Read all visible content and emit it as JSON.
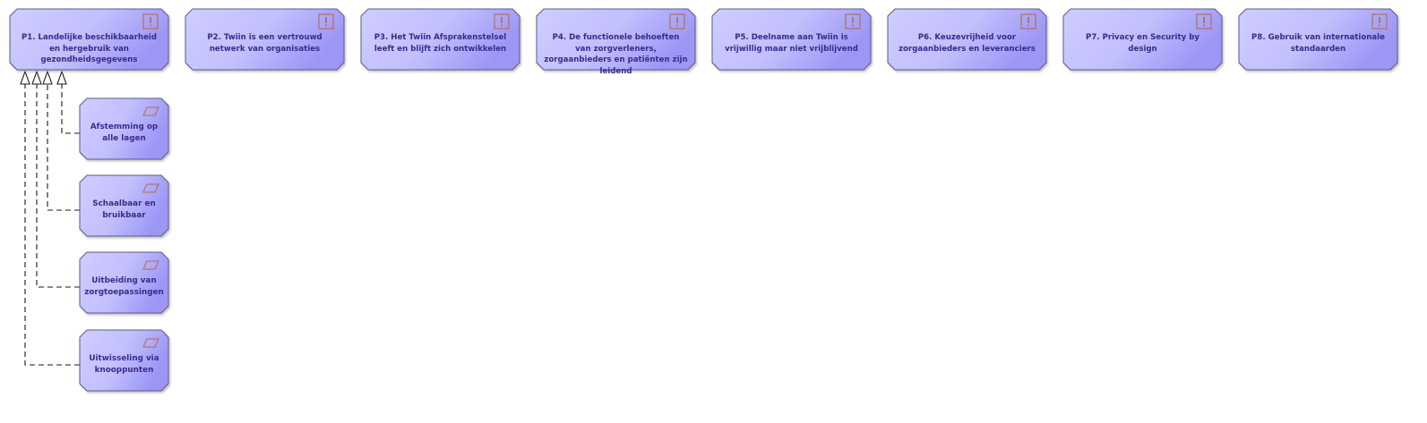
{
  "principles": [
    {
      "id": "p1",
      "label": "P1. Landelijke beschikbaarheid en hergebruik van gezondheidsgegevens"
    },
    {
      "id": "p2",
      "label": "P2. Twiin is een vertrouwd netwerk van organisaties"
    },
    {
      "id": "p3",
      "label": "P3. Het Twiin Afsprakenstelsel leeft en blijft zich ontwikkelen"
    },
    {
      "id": "p4",
      "label": "P4. De functionele behoeften van zorgverleners, zorgaanbieders en patiënten zijn leidend"
    },
    {
      "id": "p5",
      "label": "P5. Deelname aan Twiin is vrijwillig maar niet vrijblijvend"
    },
    {
      "id": "p6",
      "label": "P6. Keuzevrijheid voor zorgaanbieders en leveranciers"
    },
    {
      "id": "p7",
      "label": "P7. Privacy en Security by design"
    },
    {
      "id": "p8",
      "label": "P8. Gebruik van internationale standaarden"
    }
  ],
  "requirements": [
    {
      "id": "r1",
      "label": "Afstemming op alle lagen"
    },
    {
      "id": "r2",
      "label": "Schaalbaar en bruikbaar"
    },
    {
      "id": "r3",
      "label": "Uitbeiding van zorgtoepassingen"
    },
    {
      "id": "r4",
      "label": "Uitwisseling via knooppunten"
    }
  ],
  "relations": [
    {
      "from": "r1",
      "to": "p1",
      "type": "realization"
    },
    {
      "from": "r2",
      "to": "p1",
      "type": "realization"
    },
    {
      "from": "r3",
      "to": "p1",
      "type": "realization"
    },
    {
      "from": "r4",
      "to": "p1",
      "type": "realization"
    }
  ],
  "icons": {
    "principle": "principle-icon",
    "requirement": "requirement-icon"
  },
  "colors": {
    "fill_light": "#cfcdff",
    "fill_dark": "#9c97f5",
    "stroke": "#5f5a8a",
    "text": "#3a2a8a",
    "icon": "#b86a4a"
  }
}
